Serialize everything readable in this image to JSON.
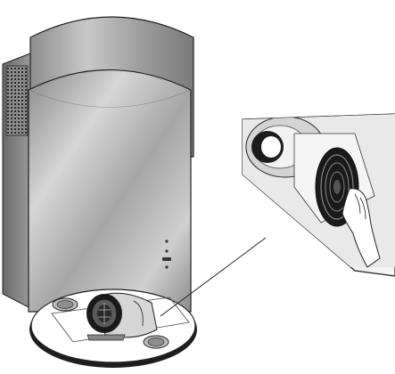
{
  "figure": {
    "main_unit": "cylindrical-cooker-hood",
    "detail_view": "hand-removing-filter-from-motor-housing",
    "filters_visible": 2,
    "panel_buttons": 4,
    "colors": {
      "steel_light": "#d9d9d9",
      "steel_mid": "#a8a8a8",
      "steel_dark": "#6e6e6e",
      "outline": "#222222",
      "base_ring": "#2a2a2a",
      "background": "#ffffff"
    }
  }
}
